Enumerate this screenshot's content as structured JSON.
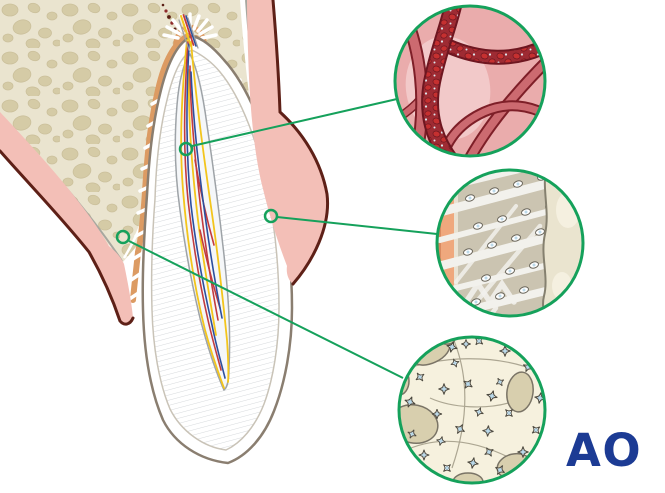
{
  "logo": {
    "text": "AO",
    "color": "#1C3B94"
  },
  "insets": [
    {
      "subject": "blood-vessels-of-dental-pulp"
    },
    {
      "subject": "periodontal-ligament-fibers"
    },
    {
      "subject": "alveolar-bone-osteocytes"
    }
  ],
  "colors": {
    "background": "#FFFFFF",
    "bone": "#EAE4CF",
    "bone_spot": "#D5CBA6",
    "mucosa": "#F3BFB7",
    "mucosa_outline": "#5E2017",
    "periosteum": "#A7A79F",
    "lamina_dura": "#FFFFFF",
    "tooth_outline": "#8A7E70",
    "enamel": "#FFFFFF",
    "dentin_line": "#C9C3B7",
    "dentin_hatch": "#D2D5D8",
    "pulp": "#F5F7F9",
    "pulp_outline": "#9EA3A7",
    "artery": "#C23B3F",
    "vein": "#2C4F9E",
    "nerve": "#F3C51C",
    "ligament": "#DC9B63",
    "fiber_white": "#FFFFFF",
    "callout": "#15A15B",
    "vessel_bg": "#EAACAC",
    "vessel_highlight": "#F2C9C9",
    "vessel_wall": "#7E1F28",
    "vessel_fill": "#CC6A70",
    "rbc_band": "#9E2B33",
    "rbc": "#C53030",
    "sparkle": "#DDE7EE",
    "pdl_bg": "#CBC4B1",
    "cementum": "#EFA87D",
    "pdl_fiber": "#F2F1EC",
    "cell_nucleus": "#BCD9E9",
    "cell_outline": "#6B675C",
    "bone_inset_bg": "#F6F1DE",
    "bone_inset_edge": "#85806F",
    "marrow_blob": "#D8CFAE",
    "blob_outline": "#7A7466",
    "osteocyte_outline": "#4D4A40"
  }
}
